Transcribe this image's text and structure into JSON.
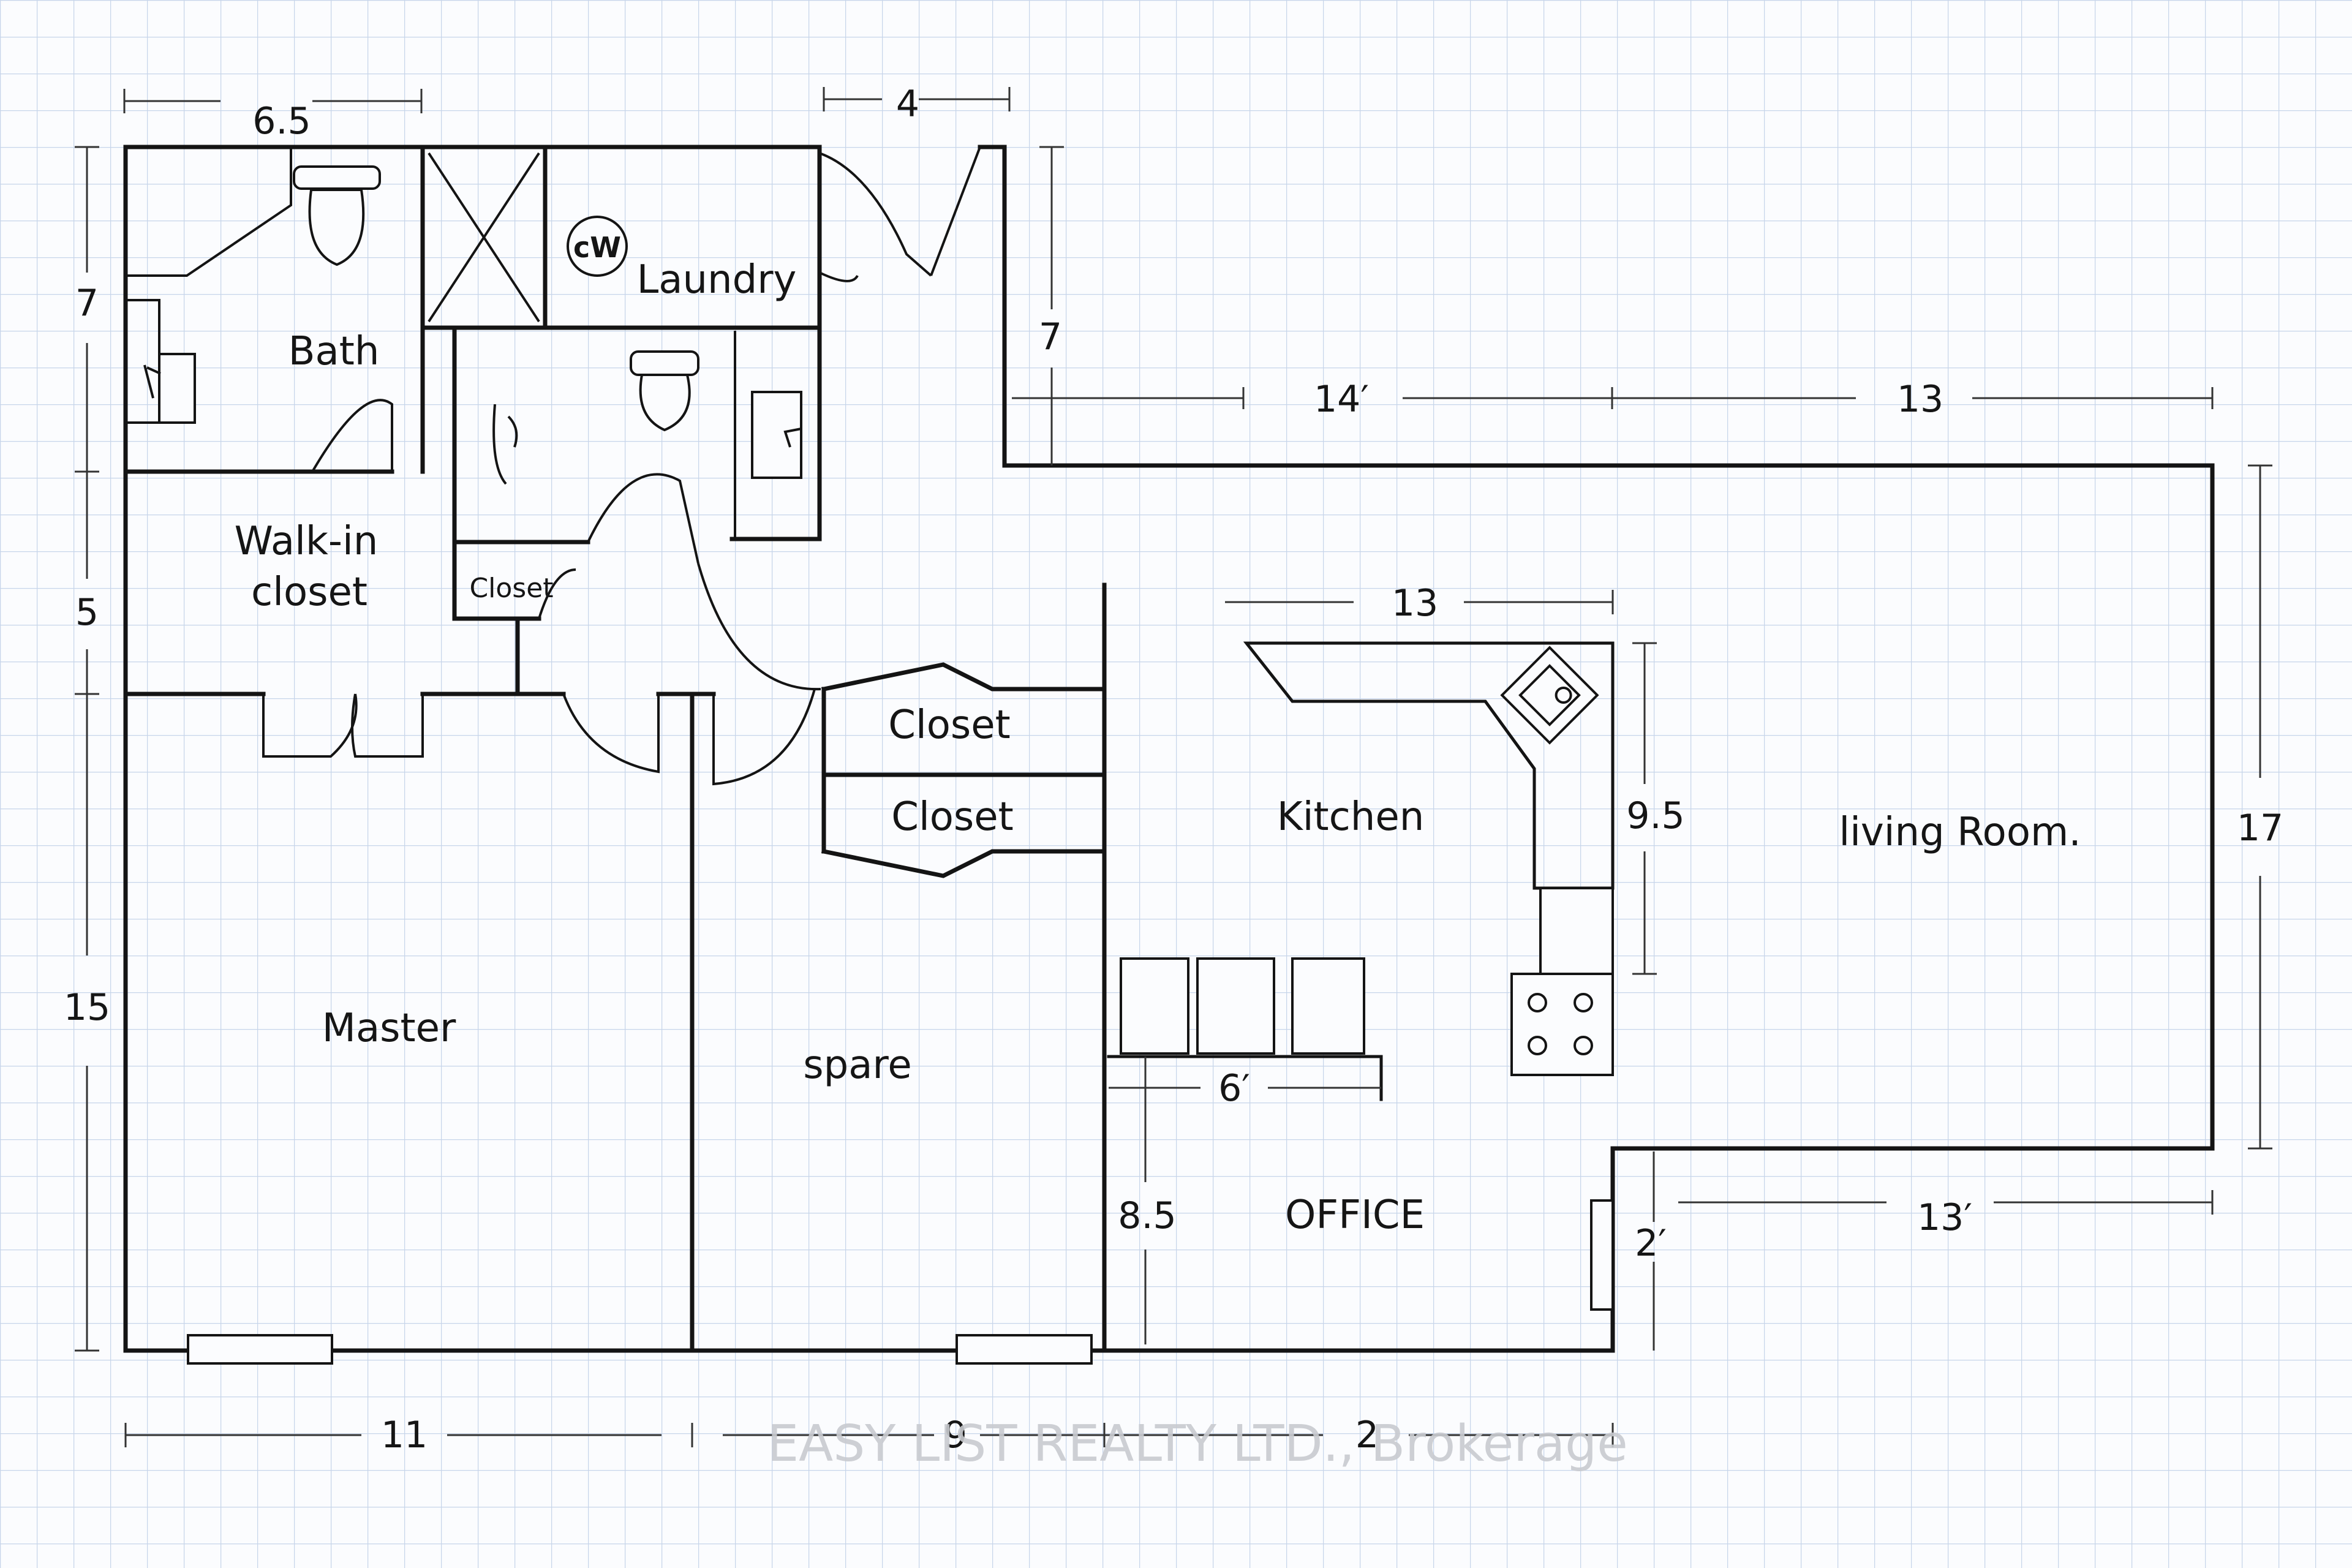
{
  "rooms": {
    "bath": "Bath",
    "laundry": "Laundry",
    "walkin_line1": "Walk-in",
    "walkin_line2": "closet",
    "closet_small": "Closet",
    "closet_upper": "Closet",
    "closet_lower": "Closet",
    "kitchen": "Kitchen",
    "living": "living Room.",
    "master": "Master",
    "spare": "spare",
    "office": "OFFICE"
  },
  "appliances": {
    "washer_label": "cW"
  },
  "dimensions": {
    "top_left": "6.5",
    "top_door": "4",
    "left_upper": "7",
    "left_middle": "5",
    "left_lower": "15",
    "notch_height": "7",
    "upper_run_a": "14′",
    "upper_run_b": "13",
    "right_height": "17",
    "kitchen_width": "13",
    "kitchen_depth": "9.5",
    "island_length": "6′",
    "office_height": "8.5",
    "step_height": "2′",
    "lower_right_run": "13′",
    "bottom_master": "11",
    "bottom_spare": "9",
    "bottom_office": "2"
  },
  "watermark": "EASY LIST REALTY LTD., Brokerage"
}
